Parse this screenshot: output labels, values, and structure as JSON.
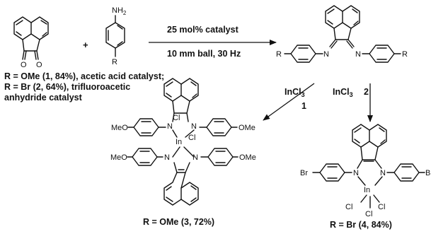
{
  "reactant_atoms": {
    "oxygen": "O",
    "amine": "NH",
    "amine_sub": "2",
    "r_group": "R"
  },
  "plus_sign": "+",
  "conditions": {
    "line1": "25 mol% catalyst",
    "line2": "10 mm ball, 30 Hz"
  },
  "substituent_note": {
    "line1": "R = OMe (1, 84%), acetic acid catalyst;",
    "line2": "R = Br (2, 64%), trifluoroacetic",
    "line3": "anhydride catalyst"
  },
  "product_atoms": {
    "r_group": "R",
    "imine_n": "N"
  },
  "branches": {
    "left": {
      "reagent": "InCl",
      "sub": "3",
      "number": "1"
    },
    "right": {
      "reagent": "InCl",
      "sub": "3",
      "number": "2"
    }
  },
  "complex_left": {
    "methoxy": "MeO",
    "methoxy_r": "OMe",
    "n": "N",
    "indium": "In",
    "chloride": "Cl",
    "label": "R = OMe (3, 72%)"
  },
  "complex_right": {
    "bromo": "Br",
    "n": "N",
    "indium": "In",
    "chloride": "Cl",
    "label": "R = Br (4, 84%)"
  }
}
